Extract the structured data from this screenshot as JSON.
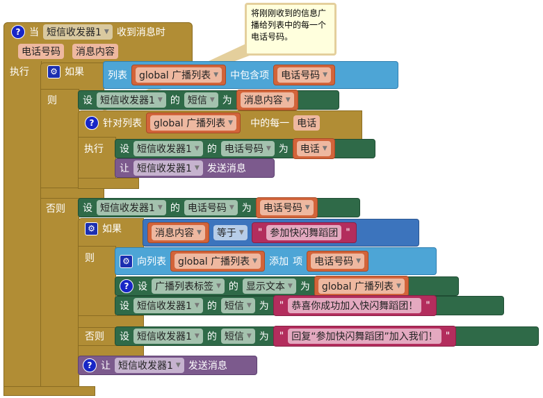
{
  "comment": "将刚刚收到的信息广播给列表中的每一个电话号码。",
  "event": {
    "when": "当",
    "component": "短信收发器1",
    "event": "收到消息时",
    "params": [
      "电话号码",
      "消息内容"
    ],
    "do": "执行"
  },
  "if1": {
    "if": "如果",
    "then": "则",
    "else": "否则",
    "cond": {
      "list": "列表",
      "var": "global 广播列表",
      "contains": "中包含项",
      "item": "电话号码"
    }
  },
  "set1": {
    "set": "设",
    "component": "短信收发器1",
    "of": "的",
    "prop": "短信",
    "to": "为",
    "value": "消息内容"
  },
  "foreach": {
    "label": "针对列表",
    "list": "global 广播列表",
    "each": "中的每一",
    "var": "电话",
    "do": "执行"
  },
  "set2": {
    "set": "设",
    "component": "短信收发器1",
    "of": "的",
    "prop": "电话号码",
    "to": "为",
    "value": "电话"
  },
  "call1": {
    "let": "让",
    "component": "短信收发器1",
    "method": "发送消息"
  },
  "set3": {
    "set": "设",
    "component": "短信收发器1",
    "of": "的",
    "prop": "电话号码",
    "to": "为",
    "value": "电话号码"
  },
  "if2": {
    "if": "如果",
    "then": "则",
    "else": "否则",
    "cond": {
      "left": "消息内容",
      "op": "等于",
      "right": "参加快闪舞蹈团"
    }
  },
  "add": {
    "label": "向列表",
    "list": "global 广播列表",
    "add": "添加",
    "item_label": "项",
    "item": "电话号码"
  },
  "set4": {
    "set": "设",
    "component": "广播列表标签",
    "of": "的",
    "prop": "显示文本",
    "to": "为",
    "value": "global 广播列表"
  },
  "set5": {
    "set": "设",
    "component": "短信收发器1",
    "of": "的",
    "prop": "短信",
    "to": "为",
    "value": "恭喜你成功加入快闪舞蹈团！"
  },
  "set6": {
    "set": "设",
    "component": "短信收发器1",
    "of": "的",
    "prop": "短信",
    "to": "为",
    "value": "回复“参加快闪舞蹈团”加入我们！"
  },
  "call2": {
    "let": "让",
    "component": "短信收发器1",
    "method": "发送消息"
  },
  "quote_open": "\"",
  "quote_close": "\""
}
